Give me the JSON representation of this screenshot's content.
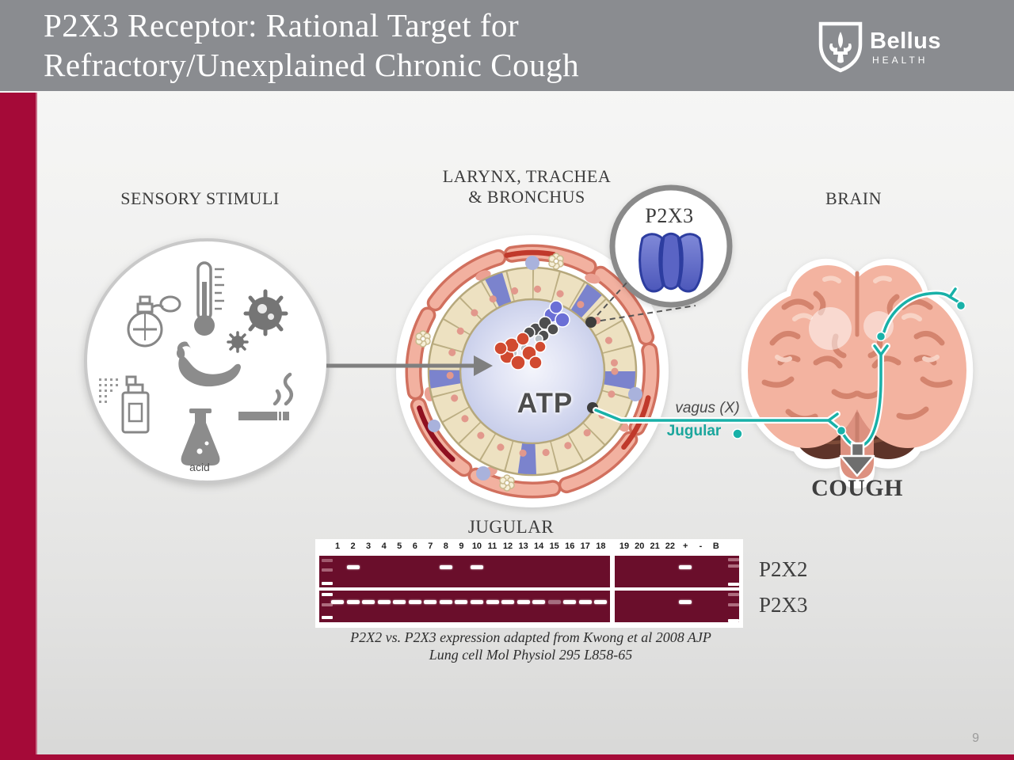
{
  "slide": {
    "title_line1": "P2X3 Receptor: Rational Target for",
    "title_line2": "Refractory/Unexplained Chronic Cough",
    "page_number": "9"
  },
  "logo": {
    "name": "Bellus",
    "subtitle": "HEALTH"
  },
  "labels": {
    "sensory": "SENSORY STIMULI",
    "larynx_line1": "LARYNX, TRACHEA",
    "larynx_line2": "& BRONCHUS",
    "brain": "BRAIN",
    "p2x3_inset": "P2X3",
    "atp": "ATP",
    "acid": "acid",
    "vagus": "vagus (X)",
    "jugular_nerve": "Jugular",
    "cough": "COUGH",
    "jugular_caption": "JUGULAR"
  },
  "stimuli_icons": [
    "perfume-atomizer-icon",
    "thermometer-icon",
    "pathogen-icon",
    "chili-pepper-icon",
    "spray-can-icon",
    "acid-flask-icon",
    "cigarette-icon"
  ],
  "gel": {
    "left_lanes": [
      "1",
      "2",
      "3",
      "4",
      "5",
      "6",
      "7",
      "8",
      "9",
      "10",
      "11",
      "12",
      "13",
      "14",
      "15",
      "16",
      "17",
      "18"
    ],
    "right_lanes": [
      "19",
      "20",
      "21",
      "22",
      "+",
      "-",
      "B"
    ],
    "rows": [
      {
        "label": "P2X2",
        "bands": [
          {
            "lane": "2"
          },
          {
            "lane": "8"
          },
          {
            "lane": "10"
          },
          {
            "lane": "+"
          }
        ]
      },
      {
        "label": "P2X3",
        "bands": [
          {
            "lane": "1"
          },
          {
            "lane": "2"
          },
          {
            "lane": "3"
          },
          {
            "lane": "4"
          },
          {
            "lane": "5"
          },
          {
            "lane": "6"
          },
          {
            "lane": "7"
          },
          {
            "lane": "8"
          },
          {
            "lane": "9"
          },
          {
            "lane": "10"
          },
          {
            "lane": "11"
          },
          {
            "lane": "12"
          },
          {
            "lane": "13"
          },
          {
            "lane": "14"
          },
          {
            "lane": "15",
            "faint": true
          },
          {
            "lane": "16"
          },
          {
            "lane": "17"
          },
          {
            "lane": "18"
          },
          {
            "lane": "+"
          }
        ]
      }
    ],
    "caption_line1": "P2X2 vs. P2X3 expression adapted from Kwong et al 2008 AJP",
    "caption_line2": "Lung cell Mol Physiol 295 L858-65"
  },
  "colors": {
    "accent_crimson": "#a50a38",
    "header_gray": "#8a8c90",
    "gel_maroon": "#6a0e2b",
    "nerve_teal": "#18b1a8",
    "receptor_blue": "#5a64c4",
    "brain_pink": "#f3b3a0"
  }
}
